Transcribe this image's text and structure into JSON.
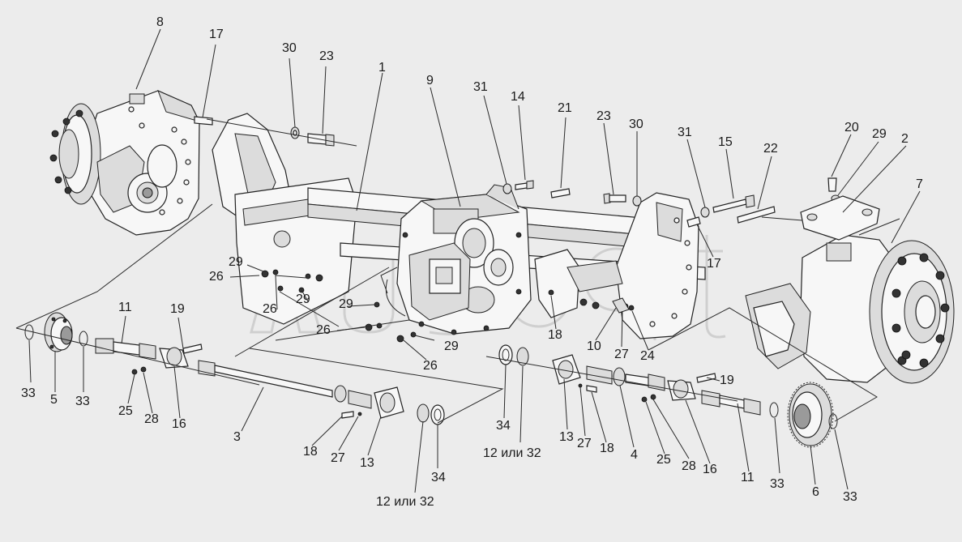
{
  "diagram": {
    "labels": [
      {
        "id": "l8",
        "text": "8"
      },
      {
        "id": "l17a",
        "text": "17"
      },
      {
        "id": "l30a",
        "text": "30"
      },
      {
        "id": "l23a",
        "text": "23"
      },
      {
        "id": "l1",
        "text": "1"
      },
      {
        "id": "l9",
        "text": "9"
      },
      {
        "id": "l31a",
        "text": "31"
      },
      {
        "id": "l14",
        "text": "14"
      },
      {
        "id": "l21",
        "text": "21"
      },
      {
        "id": "l23b",
        "text": "23"
      },
      {
        "id": "l30b",
        "text": "30"
      },
      {
        "id": "l31b",
        "text": "31"
      },
      {
        "id": "l15",
        "text": "15"
      },
      {
        "id": "l22",
        "text": "22"
      },
      {
        "id": "l20",
        "text": "20"
      },
      {
        "id": "l29a",
        "text": "29"
      },
      {
        "id": "l2",
        "text": "2"
      },
      {
        "id": "l7",
        "text": "7"
      },
      {
        "id": "l17b",
        "text": "17"
      },
      {
        "id": "l29b",
        "text": "29"
      },
      {
        "id": "l26a",
        "text": "26"
      },
      {
        "id": "l26b",
        "text": "26"
      },
      {
        "id": "l29c",
        "text": "29"
      },
      {
        "id": "l29d",
        "text": "29"
      },
      {
        "id": "l26c",
        "text": "26"
      },
      {
        "id": "l29e",
        "text": "29"
      },
      {
        "id": "l26d",
        "text": "26"
      },
      {
        "id": "l18a",
        "text": "18"
      },
      {
        "id": "l10",
        "text": "10"
      },
      {
        "id": "l27a",
        "text": "27"
      },
      {
        "id": "l24",
        "text": "24"
      },
      {
        "id": "l11a",
        "text": "11"
      },
      {
        "id": "l19a",
        "text": "19"
      },
      {
        "id": "l33a",
        "text": "33"
      },
      {
        "id": "l5",
        "text": "5"
      },
      {
        "id": "l33b",
        "text": "33"
      },
      {
        "id": "l25a",
        "text": "25"
      },
      {
        "id": "l28a",
        "text": "28"
      },
      {
        "id": "l16a",
        "text": "16"
      },
      {
        "id": "l3",
        "text": "3"
      },
      {
        "id": "l18b",
        "text": "18"
      },
      {
        "id": "l27b",
        "text": "27"
      },
      {
        "id": "l13a",
        "text": "13"
      },
      {
        "id": "l34a",
        "text": "34"
      },
      {
        "id": "l12a",
        "text": "12 или 32"
      },
      {
        "id": "l34b",
        "text": "34"
      },
      {
        "id": "l12b",
        "text": "12 или 32"
      },
      {
        "id": "l13b",
        "text": "13"
      },
      {
        "id": "l27c",
        "text": "27"
      },
      {
        "id": "l18c",
        "text": "18"
      },
      {
        "id": "l4",
        "text": "4"
      },
      {
        "id": "l19b",
        "text": "19"
      },
      {
        "id": "l25b",
        "text": "25"
      },
      {
        "id": "l28b",
        "text": "28"
      },
      {
        "id": "l16b",
        "text": "16"
      },
      {
        "id": "l11b",
        "text": "11"
      },
      {
        "id": "l33c",
        "text": "33"
      },
      {
        "id": "l6",
        "text": "6"
      },
      {
        "id": "l33d",
        "text": "33"
      }
    ]
  }
}
